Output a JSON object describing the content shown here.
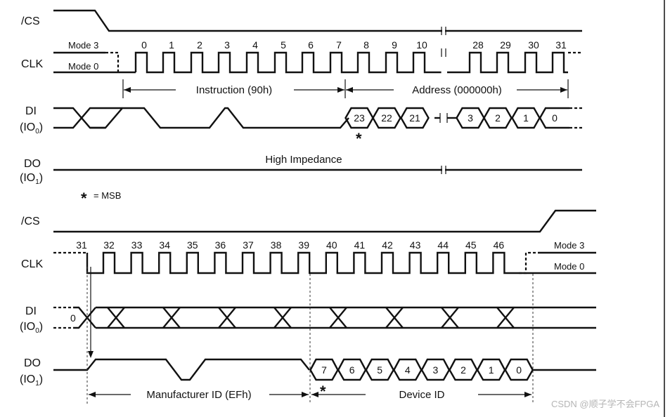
{
  "signals": {
    "cs": "/CS",
    "clk": "CLK",
    "di": "DI",
    "di_io": "(IO",
    "di_sub": "0",
    "do": "DO",
    "do_io": "(IO",
    "do_sub": "1",
    "paren": ")"
  },
  "modes": {
    "mode3": "Mode 3",
    "mode0": "Mode 0"
  },
  "top": {
    "clk_numbers": [
      "0",
      "1",
      "2",
      "3",
      "4",
      "5",
      "6",
      "7",
      "8",
      "9",
      "10",
      "28",
      "29",
      "30",
      "31"
    ],
    "instruction_label": "Instruction (90h)",
    "address_label": "Address (000000h)",
    "address_bits": [
      "23",
      "22",
      "21",
      "3",
      "2",
      "1",
      "0"
    ],
    "do_label": "High Impedance",
    "star": "*",
    "msb_note": "= MSB"
  },
  "bottom": {
    "clk_numbers": [
      "31",
      "32",
      "33",
      "34",
      "35",
      "36",
      "37",
      "38",
      "39",
      "40",
      "41",
      "42",
      "43",
      "44",
      "45",
      "46"
    ],
    "di_bit": "0",
    "do_bits": [
      "7",
      "6",
      "5",
      "4",
      "3",
      "2",
      "1",
      "0"
    ],
    "manufacturer_label": "Manufacturer ID (EFh)",
    "device_label": "Device ID",
    "star": "*"
  },
  "watermark": "CSDN @顺子学不会FPGA"
}
